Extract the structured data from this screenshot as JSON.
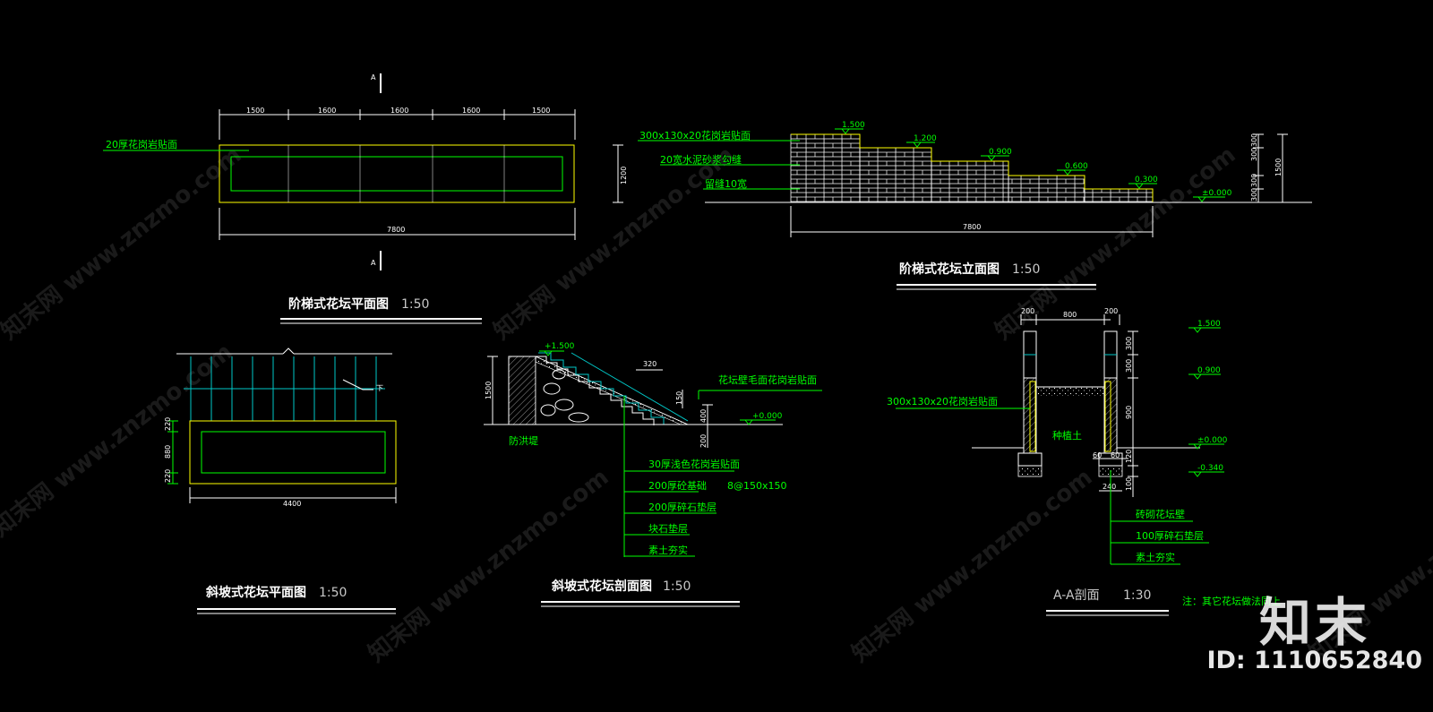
{
  "plan_a": {
    "title": "阶梯式花坛平面图",
    "scale": "1:50",
    "dims_top": [
      "1500",
      "1600",
      "1600",
      "1600",
      "1500"
    ],
    "dim_total": "7800",
    "dim_height": "1200",
    "section_mark": "A",
    "label": "20厚花岗岩贴面"
  },
  "elevation": {
    "title": "阶梯式花坛立面图",
    "scale": "1:50",
    "labels": [
      "300x130x20花岗岩贴面",
      "20宽水泥砂浆勾缝",
      "留缝10宽"
    ],
    "levels": [
      "1.500",
      "1.200",
      "0.900",
      "0.600",
      "0.300",
      "±0.000"
    ],
    "dims_right": [
      "300",
      "300",
      "300",
      "300"
    ],
    "dim_height_total": "1500",
    "dim_total": "7800"
  },
  "plan_b": {
    "title": "斜坡式花坛平面图",
    "scale": "1:50",
    "dims_left": [
      "220",
      "880",
      "220"
    ],
    "dim_total": "4400",
    "down_mark": "下"
  },
  "slope_section": {
    "title": "斜坡式花坛剖面图",
    "scale": "1:50",
    "top_level": "+1.500",
    "base_level": "+0.000",
    "dims": [
      "320",
      "150",
      "1500",
      "400",
      "200"
    ],
    "wall_label": "防洪堤",
    "top_label": "花坛壁毛面花岗岩贴面",
    "layers": [
      "30厚浅色花岗岩贴面",
      "200厚砼基础",
      "200厚碎石垫层",
      "块石垫层",
      "素土夯实"
    ],
    "rebar": "8@150x150"
  },
  "aa_section": {
    "title": "A-A剖面",
    "scale": "1:30",
    "dims_top": [
      "200",
      "800",
      "200"
    ],
    "dims_right": [
      "300",
      "300",
      "900",
      "120",
      "100"
    ],
    "bottom_dims": [
      "60",
      "60",
      "240"
    ],
    "levels": [
      "1.500",
      "0.900",
      "±0.000",
      "-0.340"
    ],
    "left_label": "300x130x20花岗岩贴面",
    "soil_label": "种植土",
    "layers": [
      "砖砌花坛壁",
      "100厚碎石垫层",
      "素土夯实"
    ]
  },
  "note": "注：其它花坛做法同上",
  "watermark": {
    "text": "知末网 www.znzmo.com",
    "logo": "知末",
    "id": "ID: 1110652840"
  },
  "colors": {
    "background": "#000000",
    "green": "#00ff00",
    "yellow": "#ffff00",
    "cyan": "#00c8c8",
    "white": "#ffffff"
  }
}
